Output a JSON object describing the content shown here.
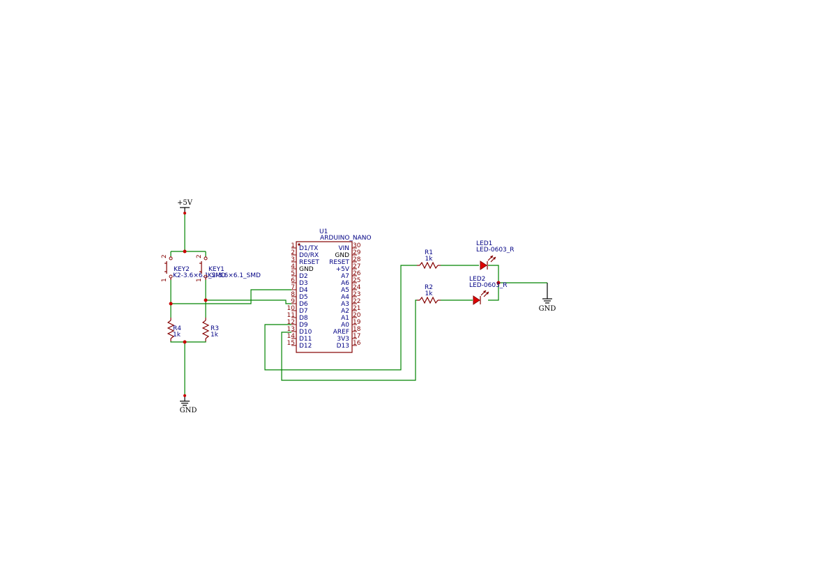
{
  "power": {
    "vcc_label": "+5V",
    "gnd_left_label": "GND",
    "gnd_right_label": "GND"
  },
  "u1": {
    "ref": "U1",
    "value": "ARDUINO_NANO",
    "left_pins": [
      {
        "num": "1",
        "name": "D1/TX"
      },
      {
        "num": "2",
        "name": "D0/RX"
      },
      {
        "num": "3",
        "name": "RESET"
      },
      {
        "num": "4",
        "name": "GND"
      },
      {
        "num": "5",
        "name": "D2"
      },
      {
        "num": "6",
        "name": "D3"
      },
      {
        "num": "7",
        "name": "D4"
      },
      {
        "num": "8",
        "name": "D5"
      },
      {
        "num": "9",
        "name": "D6"
      },
      {
        "num": "10",
        "name": "D7"
      },
      {
        "num": "11",
        "name": "D8"
      },
      {
        "num": "12",
        "name": "D9"
      },
      {
        "num": "13",
        "name": "D10"
      },
      {
        "num": "14",
        "name": "D11"
      },
      {
        "num": "15",
        "name": "D12"
      }
    ],
    "right_pins": [
      {
        "num": "30",
        "name": "VIN"
      },
      {
        "num": "29",
        "name": "GND"
      },
      {
        "num": "28",
        "name": "RESET"
      },
      {
        "num": "27",
        "name": "+5V"
      },
      {
        "num": "26",
        "name": "A7"
      },
      {
        "num": "25",
        "name": "A6"
      },
      {
        "num": "24",
        "name": "A5"
      },
      {
        "num": "23",
        "name": "A4"
      },
      {
        "num": "22",
        "name": "A3"
      },
      {
        "num": "21",
        "name": "A2"
      },
      {
        "num": "20",
        "name": "A1"
      },
      {
        "num": "19",
        "name": "A0"
      },
      {
        "num": "18",
        "name": "AREF"
      },
      {
        "num": "17",
        "name": "3V3"
      },
      {
        "num": "16",
        "name": "D13"
      }
    ]
  },
  "key2": {
    "ref": "KEY2",
    "value": "K2-3.6×6.1_SMD",
    "pin_top": "2",
    "pin_bottom": "1"
  },
  "key1": {
    "ref": "KEY1",
    "value": "K2-3.6×6.1_SMD",
    "pin_top": "2",
    "pin_bottom": "1"
  },
  "r4": {
    "ref": "R4",
    "value": "1k"
  },
  "r3": {
    "ref": "R3",
    "value": "1k"
  },
  "r1": {
    "ref": "R1",
    "value": "1k"
  },
  "r2": {
    "ref": "R2",
    "value": "1k"
  },
  "led1": {
    "ref": "LED1",
    "value": "LED-0603_R"
  },
  "led2": {
    "ref": "LED2",
    "value": "LED-0603_R"
  }
}
